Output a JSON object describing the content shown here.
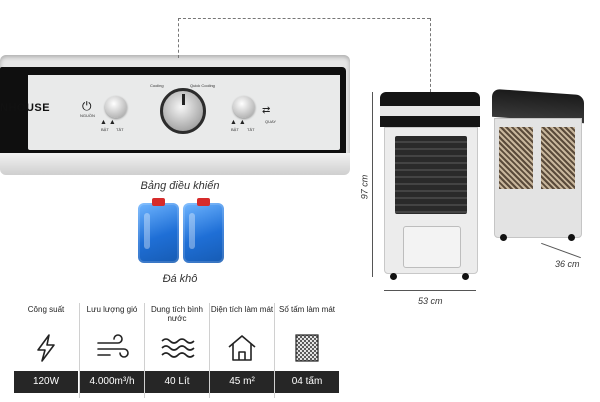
{
  "control_panel": {
    "brand": "NHOUSE",
    "caption": "Bảng điều khiển",
    "power_label": "NGUỒN",
    "knob_label_left": "Cooling",
    "knob_label_right": "Quick Cooling",
    "left_toggle_labels": [
      "BẬT",
      "TẮT"
    ],
    "right_toggle_labels": [
      "BẬT",
      "TẮT"
    ],
    "swing_label": "QUAY"
  },
  "ice_pack": {
    "caption": "Đá khô",
    "colors": {
      "pack": "#2a7de0",
      "cap": "#d62b2b"
    }
  },
  "dimensions": {
    "height": "97 cm",
    "width": "53 cm",
    "depth": "36 cm"
  },
  "specs": [
    {
      "label": "Công suất",
      "value": "120W",
      "icon": "lightning-icon"
    },
    {
      "label": "Lưu lượng gió",
      "value": "4.000m³/h",
      "icon": "wind-icon"
    },
    {
      "label": "Dung tích bình nước",
      "value": "40 Lít",
      "icon": "water-waves-icon"
    },
    {
      "label": "Diện tích làm mát",
      "value": "45 m²",
      "icon": "house-icon"
    },
    {
      "label": "Số tấm làm mát",
      "value": "04 tấm",
      "icon": "cooling-pad-icon"
    }
  ]
}
